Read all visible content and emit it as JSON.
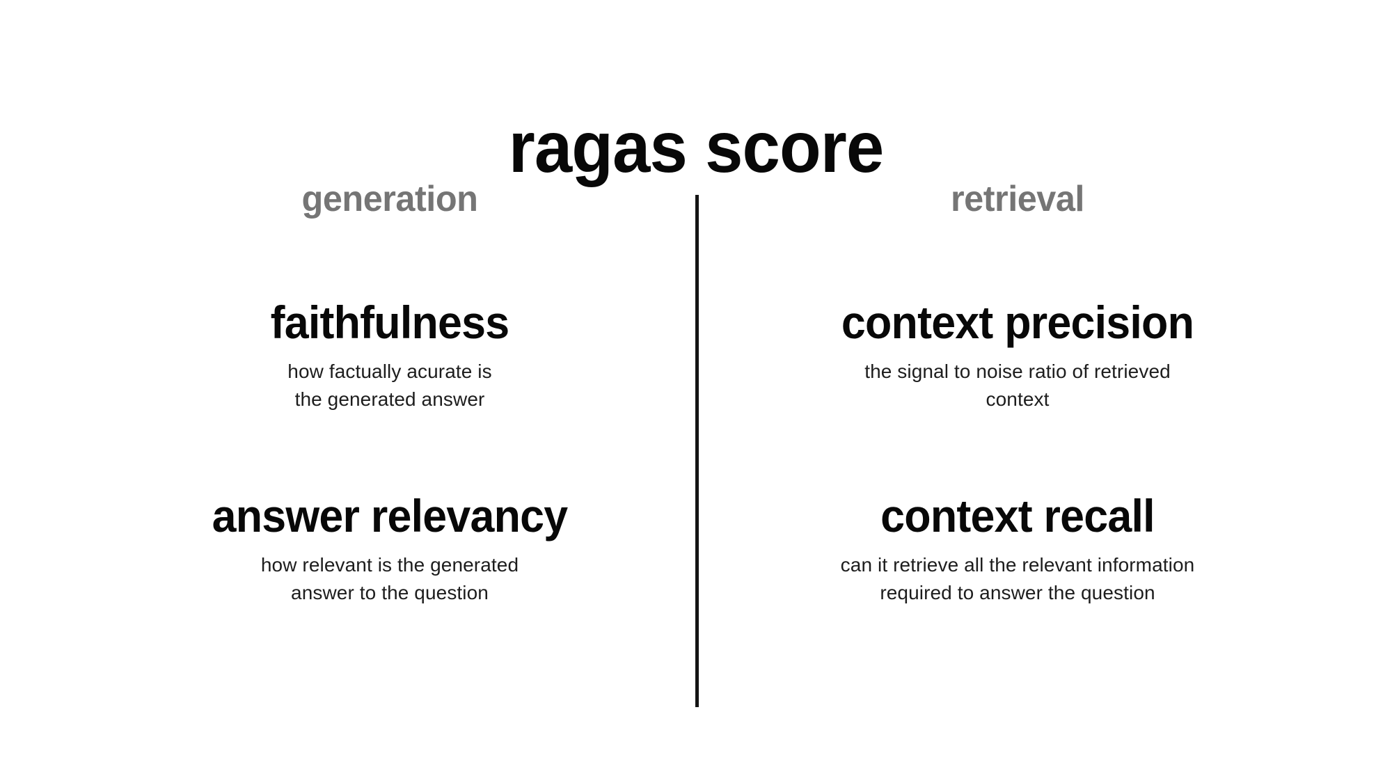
{
  "title": "ragas score",
  "background_color": "#ffffff",
  "divider": {
    "color": "#141414",
    "orientation": "vertical"
  },
  "colors": {
    "heading_gray": "#757575",
    "text_black": "#080808",
    "description": "#1d1d1d"
  },
  "columns": [
    {
      "heading": "generation",
      "metrics": [
        {
          "name": "faithfulness",
          "description_lines": [
            "how factually acurate is",
            "the generated answer"
          ]
        },
        {
          "name": "answer relevancy",
          "description_lines": [
            "how relevant is the generated",
            "answer to the question"
          ]
        }
      ]
    },
    {
      "heading": "retrieval",
      "metrics": [
        {
          "name": "context precision",
          "description_lines": [
            "the signal to noise ratio of retrieved",
            "context"
          ]
        },
        {
          "name": "context recall",
          "description_lines": [
            "can it retrieve all the relevant information",
            "required to answer the question"
          ]
        }
      ]
    }
  ]
}
